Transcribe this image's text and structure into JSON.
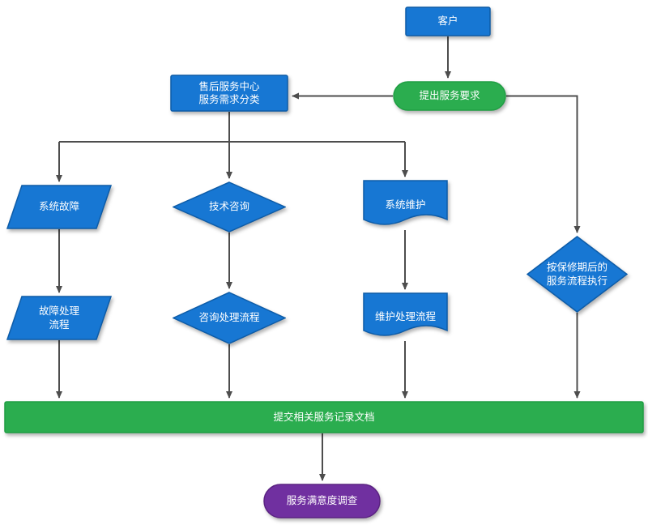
{
  "colors": {
    "node_blue": "#1777d3",
    "node_blue_border": "#0d5ca8",
    "node_green": "#2bad4f",
    "node_green_border": "#1f9e43",
    "node_purple": "#7030a0",
    "node_purple_border": "#5b2382",
    "edge": "#4d4d4d",
    "label_text": "#ffffff"
  },
  "nodes": {
    "customer": {
      "label": "客户",
      "type": "process"
    },
    "service_request": {
      "label": "提出服务要求",
      "type": "terminator"
    },
    "service_center": {
      "label": "售后服务中心\n服务需求分类",
      "type": "process"
    },
    "system_fault": {
      "label": "系统故障",
      "type": "data"
    },
    "tech_consult": {
      "label": "技术咨询",
      "type": "decision"
    },
    "system_maintain": {
      "label": "系统维护",
      "type": "document"
    },
    "warranty_flow": {
      "label": "按保修期后的\n服务流程执行",
      "type": "decision"
    },
    "fault_process": {
      "label": "故障处理\n流程",
      "type": "data"
    },
    "consult_process": {
      "label": "咨询处理流程",
      "type": "decision"
    },
    "maintain_process": {
      "label": "维护处理流程",
      "type": "document"
    },
    "submit_records": {
      "label": "提交相关服务记录文档",
      "type": "process"
    },
    "satisfaction_survey": {
      "label": "服务满意度调查",
      "type": "terminator"
    }
  }
}
